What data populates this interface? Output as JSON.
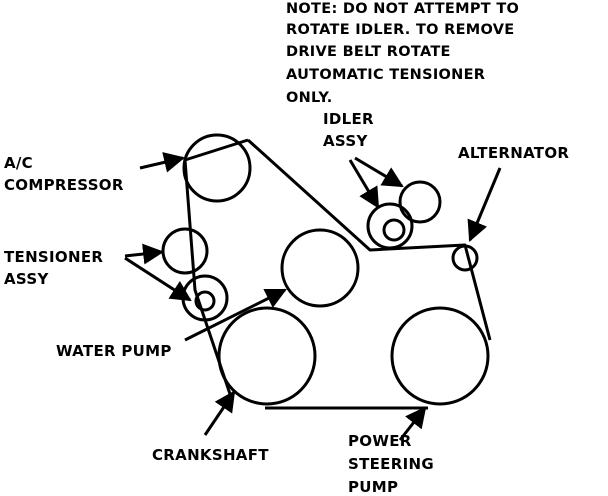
{
  "note": {
    "lines": [
      "NOTE: DO NOT ATTEMPT TO",
      "ROTATE IDLER. TO REMOVE",
      "DRIVE BELT ROTATE",
      "AUTOMATIC TENSIONER",
      "ONLY."
    ]
  },
  "labels": {
    "idler_line1": "IDLER",
    "idler_line2": "ASSY",
    "alternator": "ALTERNATOR",
    "ac_line1": "A/C",
    "ac_line2": "COMPRESSOR",
    "tensioner_line1": "TENSIONER",
    "tensioner_line2": "ASSY",
    "water_pump": "WATER PUMP",
    "crankshaft": "CRANKSHAFT",
    "ps_line1": "POWER",
    "ps_line2": "STEERING",
    "ps_line3": "PUMP"
  },
  "colors": {
    "ink": "#000000",
    "paper": "#ffffff"
  }
}
